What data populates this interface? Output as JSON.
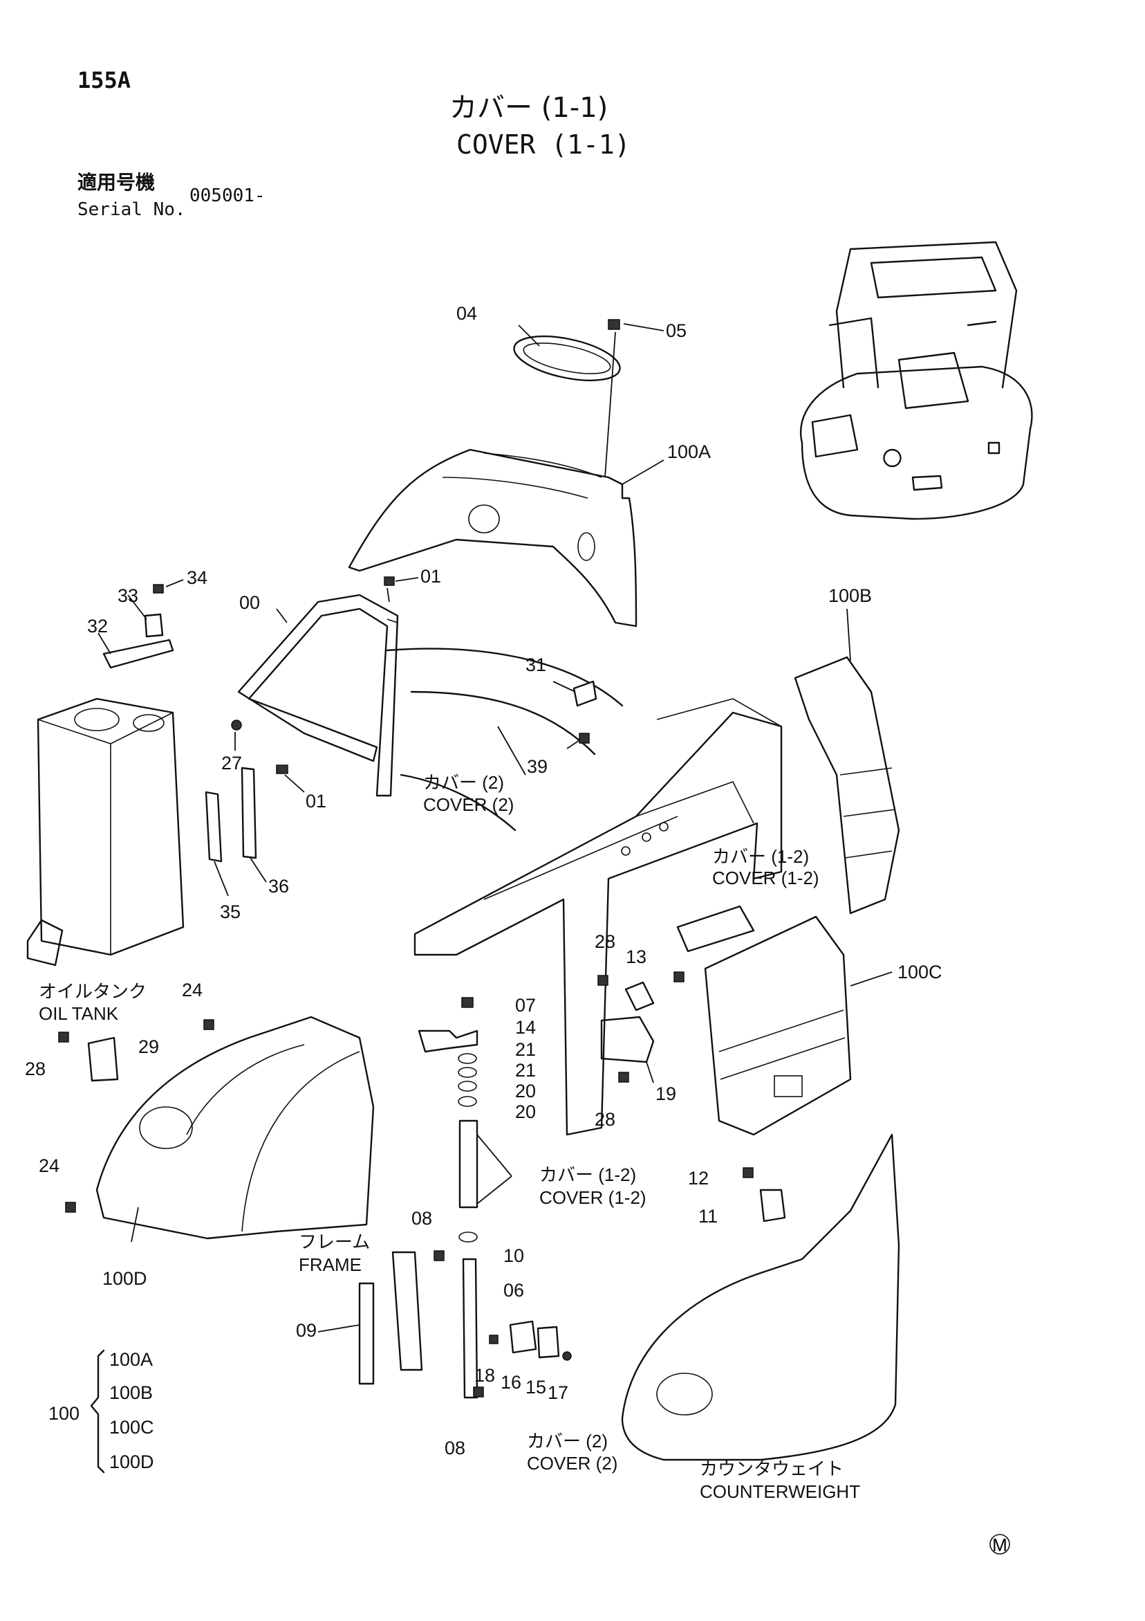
{
  "page_number": "155A",
  "title_jp": "カバー (1-1)",
  "title_en": "COVER (1-1)",
  "serial": {
    "label_jp": "適用号機",
    "label_en": "Serial No.",
    "value": "005001-"
  },
  "part_labels": {
    "p04": "04",
    "p05": "05",
    "p100A": "100A",
    "p01a": "01",
    "p00": "00",
    "p34": "34",
    "p33": "33",
    "p32": "32",
    "p27": "27",
    "p01b": "01",
    "p31": "31",
    "p39": "39",
    "p100B": "100B",
    "p35": "35",
    "p36": "36",
    "p28a": "28",
    "p13": "13",
    "p100C": "100C",
    "p24a": "24",
    "p07": "07",
    "p14": "14",
    "p29": "29",
    "p28b": "28",
    "p21a": "21",
    "p21b": "21",
    "p20a": "20",
    "p20b": "20",
    "p19": "19",
    "p28c": "28",
    "p24b": "24",
    "p12": "12",
    "p11": "11",
    "p08a": "08",
    "p10": "10",
    "p06": "06",
    "p100D": "100D",
    "p09": "09",
    "p18": "18",
    "p16": "16",
    "p15": "15",
    "p17": "17",
    "p08b": "08"
  },
  "captions": {
    "cover2_top_jp": "カバー (2)",
    "cover2_top_en": "COVER (2)",
    "cover12_right_jp": "カバー (1-2)",
    "cover12_right_en": "COVER (1-2)",
    "oil_tank_jp": "オイルタンク",
    "oil_tank_en": "OIL TANK",
    "cover12_mid_jp": "カバー (1-2)",
    "cover12_mid_en": "COVER (1-2)",
    "frame_jp": "フレーム",
    "frame_en": "FRAME",
    "cover2_bot_jp": "カバー (2)",
    "cover2_bot_en": "COVER (2)",
    "counterweight_jp": "カウンタウェイト",
    "counterweight_en": "COUNTERWEIGHT"
  },
  "assembly": {
    "parent": "100",
    "children": [
      "100A",
      "100B",
      "100C",
      "100D"
    ]
  },
  "corner_mark": "M"
}
